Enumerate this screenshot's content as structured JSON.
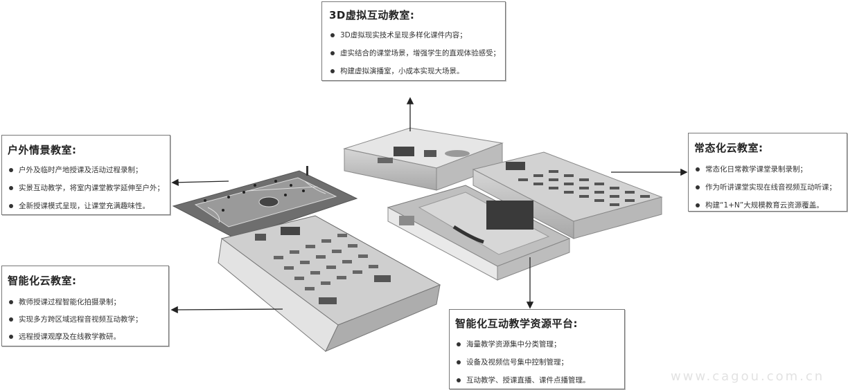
{
  "vr_classroom": {
    "title": "3D虚拟互动教室:",
    "items": [
      "3D虚拟现实技术呈现多样化课件内容；",
      "虚实结合的课堂场景，增强学生的直观体验感受；",
      "构建虚拟演播室，小成本实现大场景。"
    ]
  },
  "outdoor_classroom": {
    "title": "户外情景教室:",
    "items": [
      "户外及临时产地授课及活动过程录制；",
      "实景互动教学，将室内课堂教学延伸至户外；",
      "全新授课模式呈现，让课堂充满趣味性。"
    ]
  },
  "normal_cloud_classroom": {
    "title": "常态化云教室:",
    "items": [
      "常态化日常教学课堂录制录制；",
      "作为听讲课堂实现在线音视频互动听课；",
      "构建“1+N”大规模教育云资源覆盖。"
    ]
  },
  "smart_cloud_classroom": {
    "title": "智能化云教室:",
    "items": [
      "教师授课过程智能化拍摄录制；",
      "实现多方跨区域远程音视频互动教学；",
      "远程授课观摩及在线教学教研。"
    ]
  },
  "resource_platform": {
    "title": "智能化互动教学资源平台:",
    "items": [
      "海量教学资源集中分类管理；",
      "设备及视频信号集中控制管理；",
      "互动教学、授课直播、课件点播管理。"
    ]
  },
  "watermark": "www.cagou.com.cn",
  "colors": {
    "border": "#777777",
    "text": "#1a1a1a",
    "bullet": "#333333"
  }
}
